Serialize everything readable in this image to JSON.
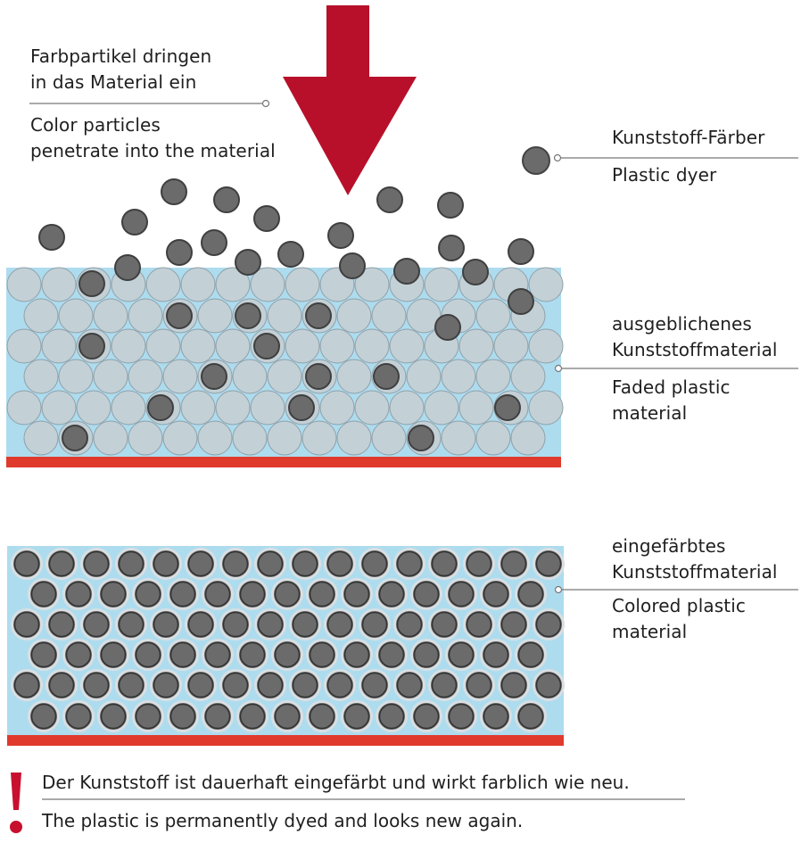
{
  "labels": {
    "penetrate_de": [
      "Farbpartikel dringen",
      "in das Material ein"
    ],
    "penetrate_en": [
      "Color particles",
      "penetrate into the material"
    ],
    "dyer_de": "Kunststoff-Färber",
    "dyer_en": "Plastic dyer",
    "faded_de": [
      "ausgeblichenes",
      "Kunststoffmaterial"
    ],
    "faded_en": [
      "Faded plastic",
      "material"
    ],
    "colored_de": [
      "eingefärbtes",
      "Kunststoffmaterial"
    ],
    "colored_en": [
      "Colored plastic",
      "material"
    ]
  },
  "footer": {
    "warning_mark": "!",
    "line_de": "Der  Kunststoff ist dauerhaft eingefärbt und wirkt farblich wie neu.",
    "line_en": "The plastic is permanently dyed and looks new again."
  },
  "colors": {
    "arrow_red": "#b8102a",
    "base_red": "#e03a2c",
    "material_blue": "#aedcef",
    "faded_particle": "#c3d0d6",
    "dye_particle": "#6b6b6b",
    "outline": "#555555",
    "leader_line": "#777777"
  }
}
